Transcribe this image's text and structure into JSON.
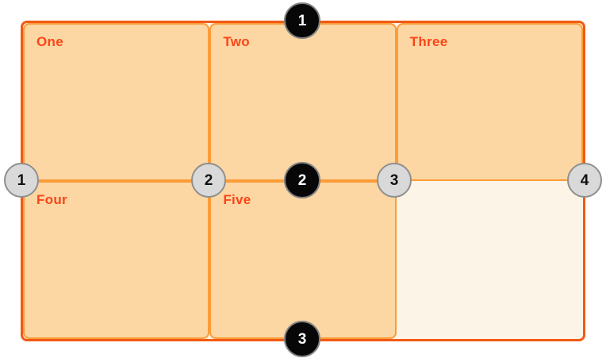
{
  "grid": {
    "cells": [
      {
        "label": "One"
      },
      {
        "label": "Two"
      },
      {
        "label": "Three"
      },
      {
        "label": "Four"
      },
      {
        "label": "Five"
      },
      {
        "label": ""
      }
    ],
    "column_lines": [
      {
        "number": "1"
      },
      {
        "number": "2"
      },
      {
        "number": "3"
      },
      {
        "number": "4"
      }
    ],
    "row_lines": [
      {
        "number": "1"
      },
      {
        "number": "2"
      },
      {
        "number": "3"
      }
    ]
  },
  "colors": {
    "outer_border": "#f25a14",
    "cell_border": "#fb9c38",
    "cell_bg": "#fcd6a3",
    "container_bg": "#fdf4e8",
    "label_text": "#fa4517",
    "column_marker_bg": "#d9d9d9",
    "column_marker_border": "#8f8f8f",
    "column_marker_text": "#111111",
    "row_marker_bg": "#070707",
    "row_marker_border": "#828282",
    "row_marker_text": "#ffffff"
  }
}
